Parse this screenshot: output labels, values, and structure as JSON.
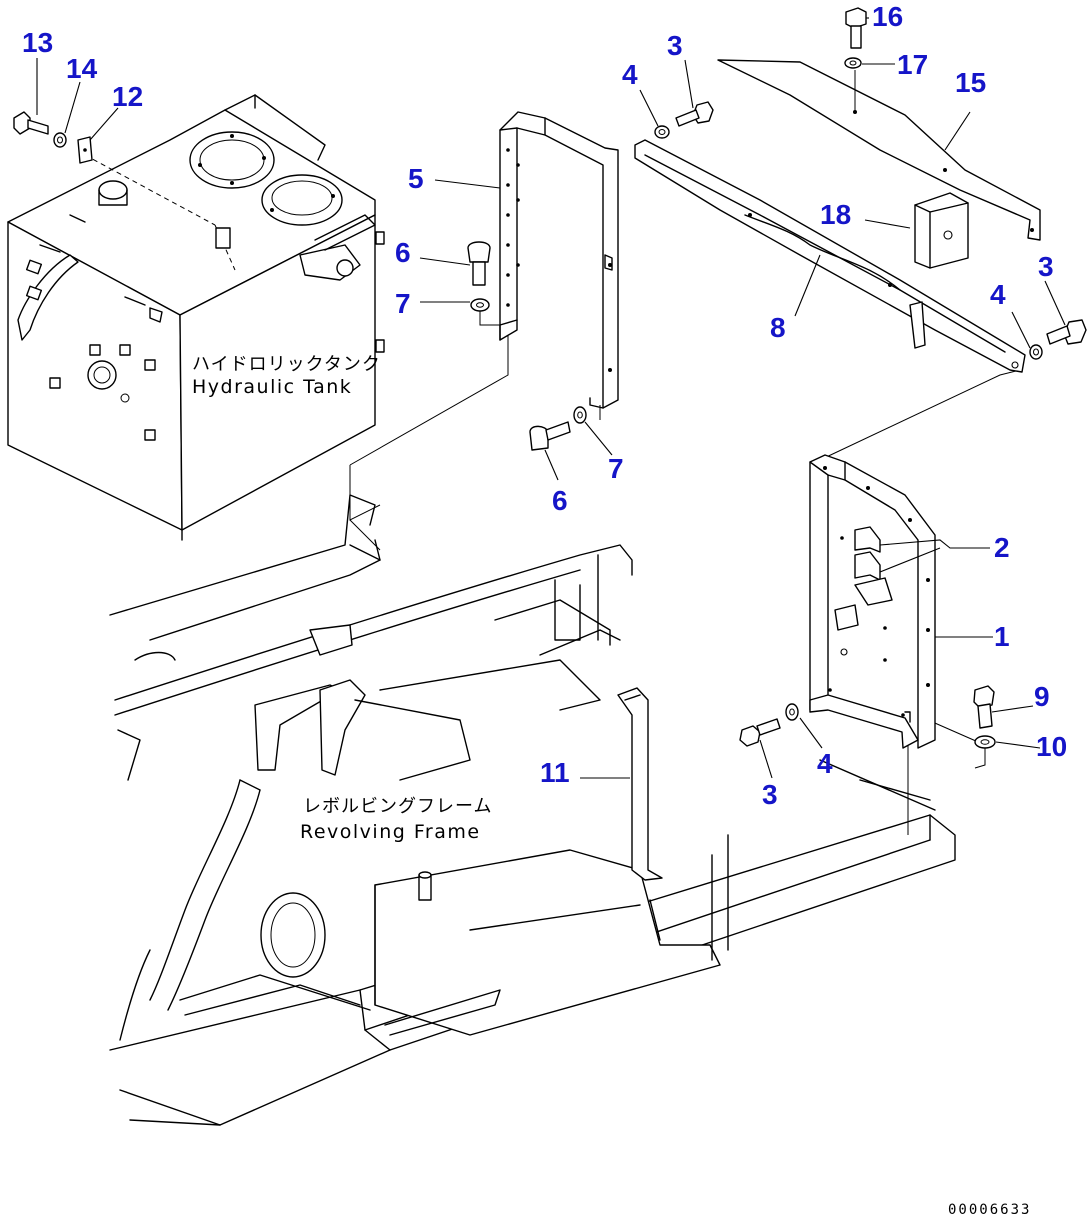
{
  "diagram": {
    "components": {
      "hydraulic_tank": {
        "jp": "ハイドロリックタンク",
        "en": "Hydraulic Tank"
      },
      "revolving_frame": {
        "jp": "レボルビングフレーム",
        "en": "Revolving Frame"
      }
    },
    "callouts": {
      "c1": "1",
      "c2": "2",
      "c3a": "3",
      "c3b": "3",
      "c3c": "3",
      "c4a": "4",
      "c4b": "4",
      "c4c": "4",
      "c5": "5",
      "c6a": "6",
      "c6b": "6",
      "c7a": "7",
      "c7b": "7",
      "c8": "8",
      "c9": "9",
      "c10": "10",
      "c11": "11",
      "c12": "12",
      "c13": "13",
      "c14": "14",
      "c15": "15",
      "c16": "16",
      "c17": "17",
      "c18": "18"
    },
    "drawing_number": "00006633",
    "colors": {
      "callout": "#1515c8",
      "line": "#000000",
      "background": "#ffffff"
    }
  }
}
